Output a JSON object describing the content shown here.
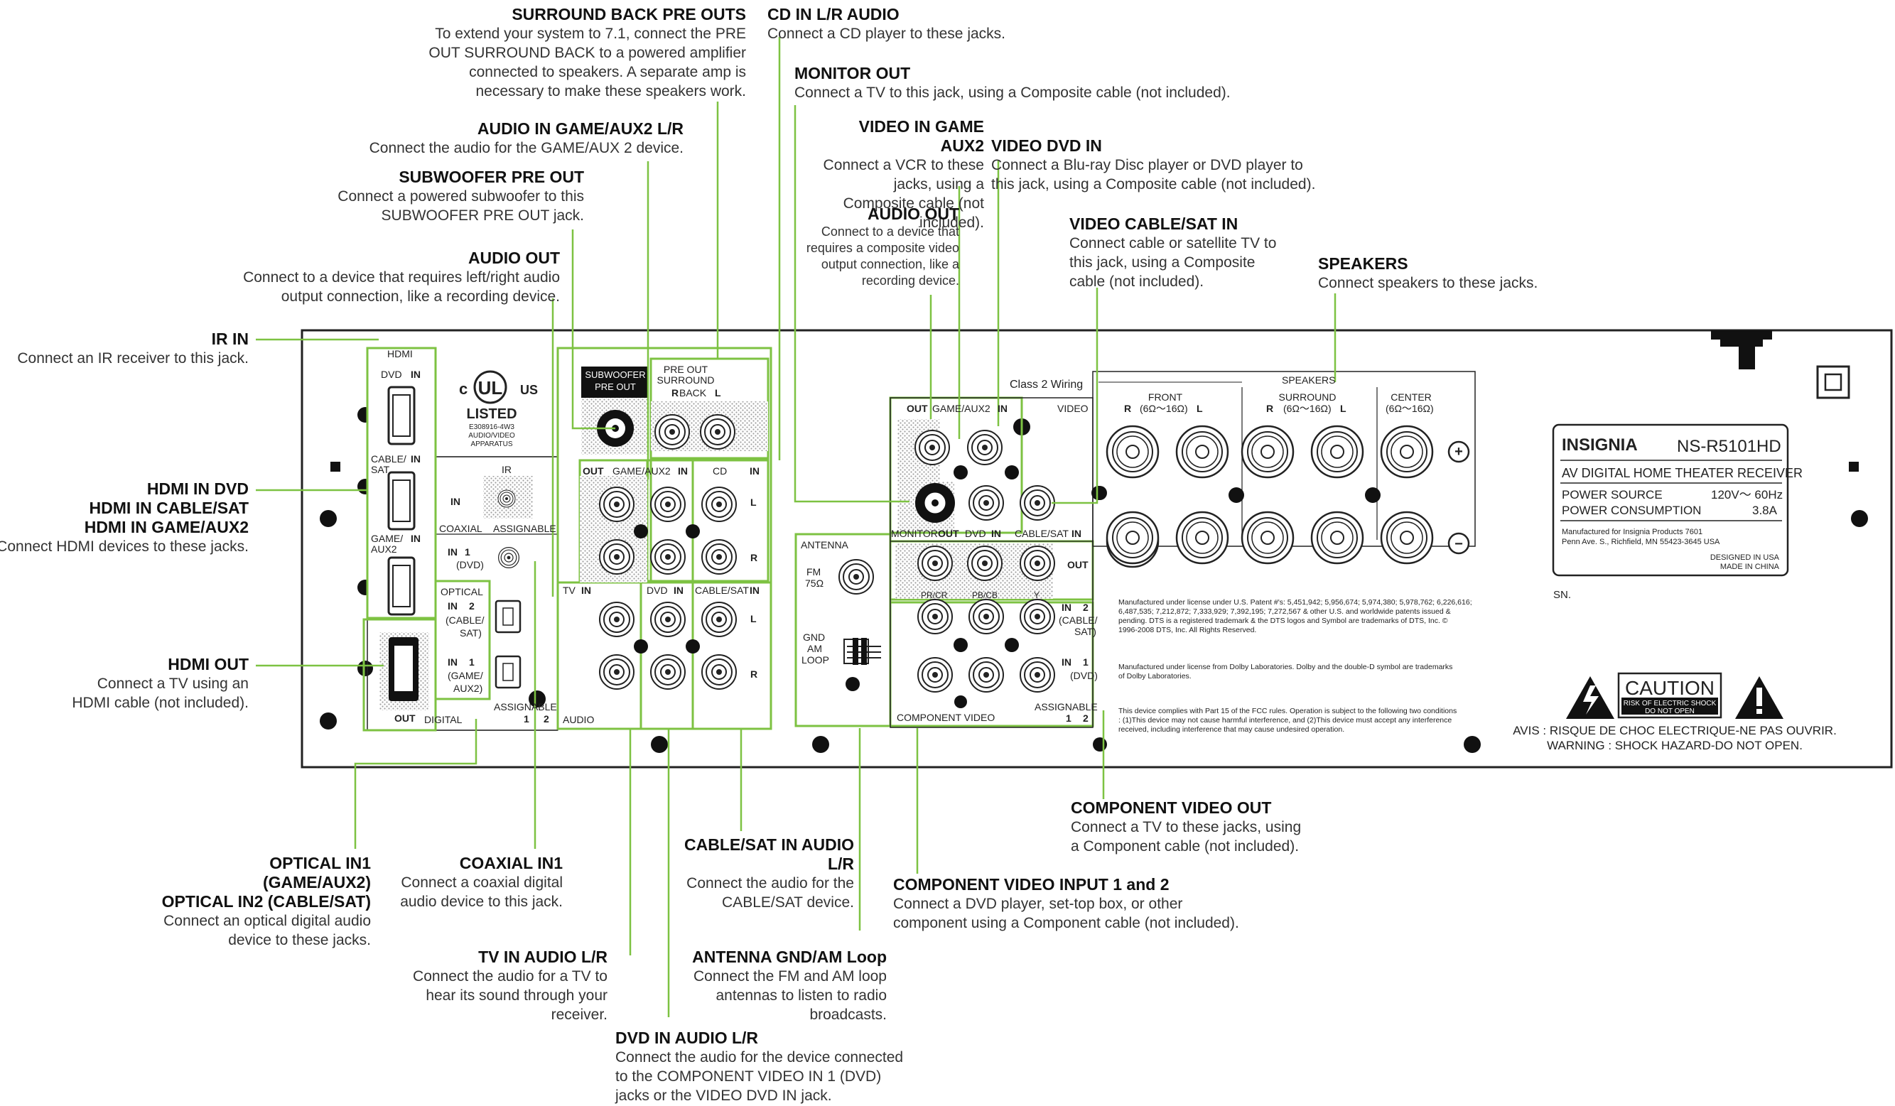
{
  "callouts": {
    "surround_back": {
      "title": "SURROUND BACK PRE OUTS",
      "desc": "To extend your system to 7.1, connect the PRE OUT SURROUND BACK to a powered amplifier connected to speakers. A separate amp is necessary to make these speakers work."
    },
    "cd_in": {
      "title": "CD IN L/R AUDIO",
      "desc": "Connect a CD player to these jacks."
    },
    "monitor_out": {
      "title": "MONITOR OUT",
      "desc": "Connect a TV to this jack, using a Composite cable (not included)."
    },
    "audio_in_game": {
      "title": "AUDIO IN GAME/AUX2 L/R",
      "desc": "Connect the audio for the GAME/AUX 2 device."
    },
    "video_in_game": {
      "title": "VIDEO IN GAME AUX2",
      "desc": "Connect a VCR to these jacks, using a Composite cable (not included)."
    },
    "video_dvd_in": {
      "title": "VIDEO DVD IN",
      "desc": "Connect a Blu-ray Disc player or DVD player to this jack, using a Composite cable (not included)."
    },
    "subwoofer": {
      "title": "SUBWOOFER PRE OUT",
      "desc": "Connect a powered subwoofer to this SUBWOOFER PRE OUT jack."
    },
    "audio_out_left": {
      "title": "AUDIO OUT",
      "desc": "Connect to a device that requires left/right audio output connection, like a recording device."
    },
    "audio_out_mid": {
      "title": "AUDIO OUT",
      "desc": "Connect to a device that requires a composite video output connection, like a recording device."
    },
    "video_cable_sat": {
      "title": "VIDEO CABLE/SAT IN",
      "desc": "Connect cable or satellite TV to this jack, using a Composite cable (not included)."
    },
    "speakers": {
      "title": "SPEAKERS",
      "desc": "Connect speakers to these jacks."
    },
    "ir_in": {
      "title": "IR IN",
      "desc": "Connect an IR receiver to this jack."
    },
    "hdmi_in": {
      "title1": "HDMI IN DVD",
      "title2": "HDMI IN CABLE/SAT",
      "title3": "HDMI IN GAME/AUX2",
      "desc": "Connect HDMI devices to these jacks."
    },
    "hdmi_out": {
      "title": "HDMI OUT",
      "desc": "Connect a TV using an HDMI cable (not included)."
    },
    "component_out": {
      "title": "COMPONENT VIDEO OUT",
      "desc": "Connect a TV to these jacks, using a Component cable (not included)."
    },
    "optical": {
      "title1": "OPTICAL IN1 (GAME/AUX2)",
      "title2": "OPTICAL IN2 (CABLE/SAT)",
      "desc": "Connect an optical digital audio device to these jacks."
    },
    "coaxial": {
      "title": "COAXIAL IN1",
      "desc": "Connect a coaxial digital audio device to this jack."
    },
    "cable_sat_audio": {
      "title": "CABLE/SAT IN AUDIO L/R",
      "desc": "Connect the audio for the CABLE/SAT device."
    },
    "component_in": {
      "title": "COMPONENT VIDEO INPUT 1 and 2",
      "desc": "Connect a DVD player, set-top box, or other component using a Component cable (not included)."
    },
    "tv_audio": {
      "title": "TV IN AUDIO L/R",
      "desc": "Connect the audio for a TV to hear its sound through your receiver."
    },
    "antenna": {
      "title": "ANTENNA GND/AM Loop",
      "desc": "Connect the FM and AM loop antennas to listen to radio broadcasts."
    },
    "dvd_audio": {
      "title": "DVD IN AUDIO L/R",
      "desc": "Connect the audio for the device connected to the COMPONENT VIDEO IN 1 (DVD) jacks or the VIDEO DVD IN jack."
    }
  },
  "panel": {
    "hdmi": "HDMI",
    "dvd": "DVD",
    "in": "IN",
    "out": "OUT",
    "cable_sat": "CABLE/",
    "sat": "SAT",
    "game": "GAME/",
    "aux2": "AUX2",
    "digital": "DIGITAL",
    "coaxial": "COAXIAL",
    "assignable": "ASSIGNABLE",
    "ir": "IR",
    "optical": "OPTICAL",
    "one": "1",
    "two": "2",
    "dvd_paren": "(DVD)",
    "cable_paren": "(CABLE/",
    "sat_paren": "SAT)",
    "game_paren": "(GAME/",
    "aux2_paren": "AUX2)",
    "ul_c": "c",
    "ul_us": "US",
    "ul_listed": "LISTED",
    "ul_code": "E308916-4W3",
    "ul_av": "AUDIO/VIDEO",
    "ul_app": "APPARATUS",
    "subwoofer": "SUBWOOFER",
    "pre_out": "PRE OUT",
    "surround": "SURROUND",
    "back": "BACK",
    "r": "R",
    "l": "L",
    "game_aux2": "GAME/AUX2",
    "cd": "CD",
    "tv": "TV",
    "audio": "AUDIO",
    "cable_sat_full": "CABLE/SAT",
    "antenna": "ANTENNA",
    "fm": "FM",
    "ohm75": "75Ω",
    "gnd": "GND",
    "am": "AM",
    "loop": "LOOP",
    "class2": "Class 2 Wiring",
    "video": "VIDEO",
    "monitor": "MONITOR",
    "dvd_in": "DVD",
    "pr_cr": "PR/CR",
    "pb_cb": "PB/CB",
    "y": "Y",
    "component_video": "COMPONENT VIDEO",
    "cable_paren2": "(CABLE/",
    "sat_paren2": "SAT)",
    "speakers": "SPEAKERS",
    "front": "FRONT",
    "ohms": "(6Ω〜16Ω)",
    "center": "CENTER",
    "plus": "+",
    "minus": "−",
    "brand": "INSIGNIA",
    "model": "NS-R5101HD",
    "product": "AV DIGITAL HOME THEATER RECEIVER",
    "power_source": "POWER SOURCE",
    "power_source_val": "120V〜 60Hz",
    "power_cons": "POWER CONSUMPTION",
    "power_cons_val": "3.8A",
    "mfr1": "Manufactured for Insignia Products 7601",
    "mfr2": "Penn Ave. S., Richfield, MN 55423-3645 USA",
    "designed": "DESIGNED IN USA",
    "made": "MADE IN CHINA",
    "sn": "SN.",
    "caution": "CAUTION",
    "risk1": "RISK OF ELECTRIC SHOCK",
    "risk2": "DO NOT OPEN",
    "avis": "AVIS : RISQUE DE CHOC ELECTRIQUE-NE PAS OUVRIR.",
    "warning": "WARNING : SHOCK HAZARD-DO NOT OPEN.",
    "dts1": "Manufactured under license under U.S. Patent #'s: 5,451,942; 5,956,674; 5,974,380; 5,978,762; 6,226,616;",
    "dts2": "6,487,535; 7,212,872; 7,333,929; 7,392,195; 7,272,567 & other U.S. and worldwide patents issued &",
    "dts3": "pending. DTS is a registered trademark & the DTS logos and Symbol are trademarks of DTS, Inc. ©",
    "dts4": "1996-2008 DTS, Inc. All Rights Reserved.",
    "dolby1": "Manufactured under license from Dolby Laboratories. Dolby and the double-D symbol are trademarks",
    "dolby2": "of Dolby Laboratories.",
    "fcc1": "This device complies with Part 15 of the FCC rules. Operation is subject to the following two conditions",
    "fcc2": ": (1)This device may not cause harmful interference, and (2)This device must accept any interference",
    "fcc3": "received, including interference that may cause undesired operation."
  },
  "colors": {
    "accent": "#7dc242",
    "panel_line": "#222222",
    "dotted": "#bdbdbd"
  }
}
